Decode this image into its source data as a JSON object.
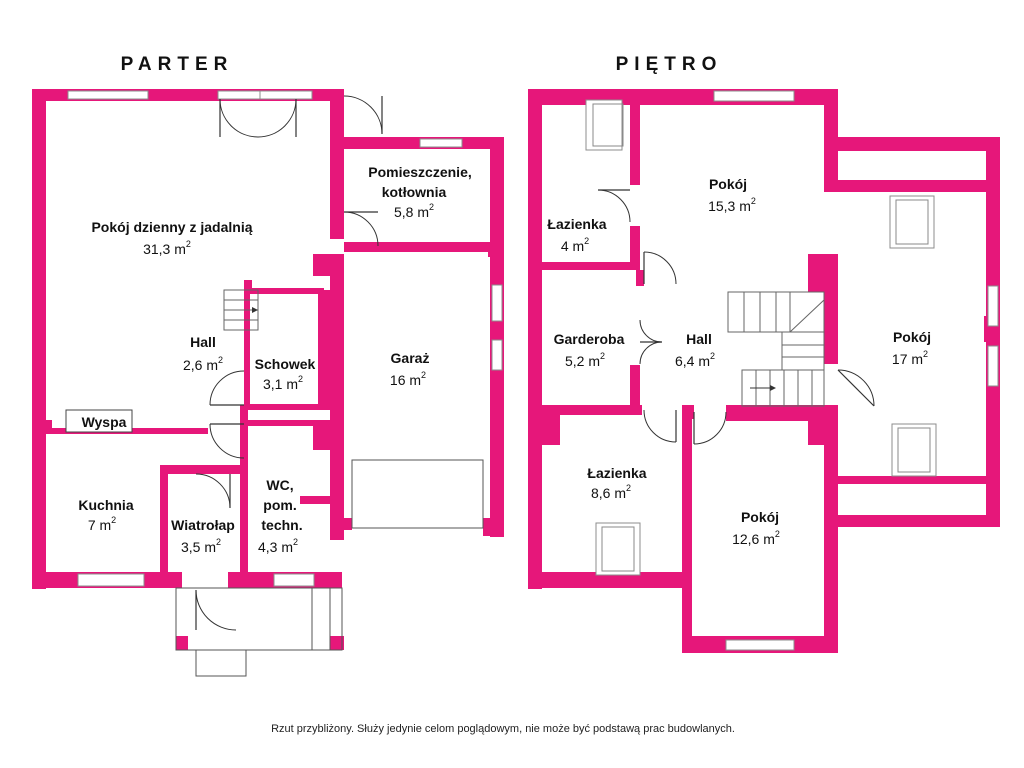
{
  "floors": [
    {
      "title": "PARTER",
      "rooms": [
        {
          "id": "living",
          "name": "Pokój dzienny z jadalnią",
          "area": "31,3 m",
          "sup": "2"
        },
        {
          "id": "boiler",
          "name_line1": "Pomieszczenie,",
          "name_line2": "kotłownia",
          "area": "5,8 m",
          "sup": "2"
        },
        {
          "id": "hall",
          "name": "Hall",
          "area": "2,6 m",
          "sup": "2"
        },
        {
          "id": "storage",
          "name": "Schowek",
          "area": "3,1 m",
          "sup": "2"
        },
        {
          "id": "garage",
          "name": "Garaż",
          "area": "16 m",
          "sup": "2"
        },
        {
          "id": "island",
          "name": "Wyspa"
        },
        {
          "id": "kitchen",
          "name": "Kuchnia",
          "area": "7 m",
          "sup": "2"
        },
        {
          "id": "vestibule",
          "name": "Wiatrołap",
          "area": "3,5 m",
          "sup": "2"
        },
        {
          "id": "wc",
          "name_line1": "WC,",
          "name_line2": "pom.",
          "name_line3": "techn.",
          "area": "4,3 m",
          "sup": "2"
        }
      ]
    },
    {
      "title": "PIĘTRO",
      "rooms": [
        {
          "id": "bath1",
          "name": "Łazienka",
          "area": "4 m",
          "sup": "2"
        },
        {
          "id": "room1",
          "name": "Pokój",
          "area": "15,3 m",
          "sup": "2"
        },
        {
          "id": "room2",
          "name": "Pokój",
          "area": "17 m",
          "sup": "2"
        },
        {
          "id": "wardrobe",
          "name": "Garderoba",
          "area": "5,2 m",
          "sup": "2"
        },
        {
          "id": "hall2",
          "name": "Hall",
          "area": "6,4 m",
          "sup": "2"
        },
        {
          "id": "bath2",
          "name": "Łazienka",
          "area": "8,6 m",
          "sup": "2"
        },
        {
          "id": "room3",
          "name": "Pokój",
          "area": "12,6 m",
          "sup": "2"
        }
      ]
    }
  ],
  "footnote": "Rzut przybliżony. Służy jedynie celom poglądowym, nie może być podstawą prac budowlanych.",
  "colors": {
    "walls": "#e6177a",
    "background": "#ffffff",
    "text": "#111111"
  }
}
